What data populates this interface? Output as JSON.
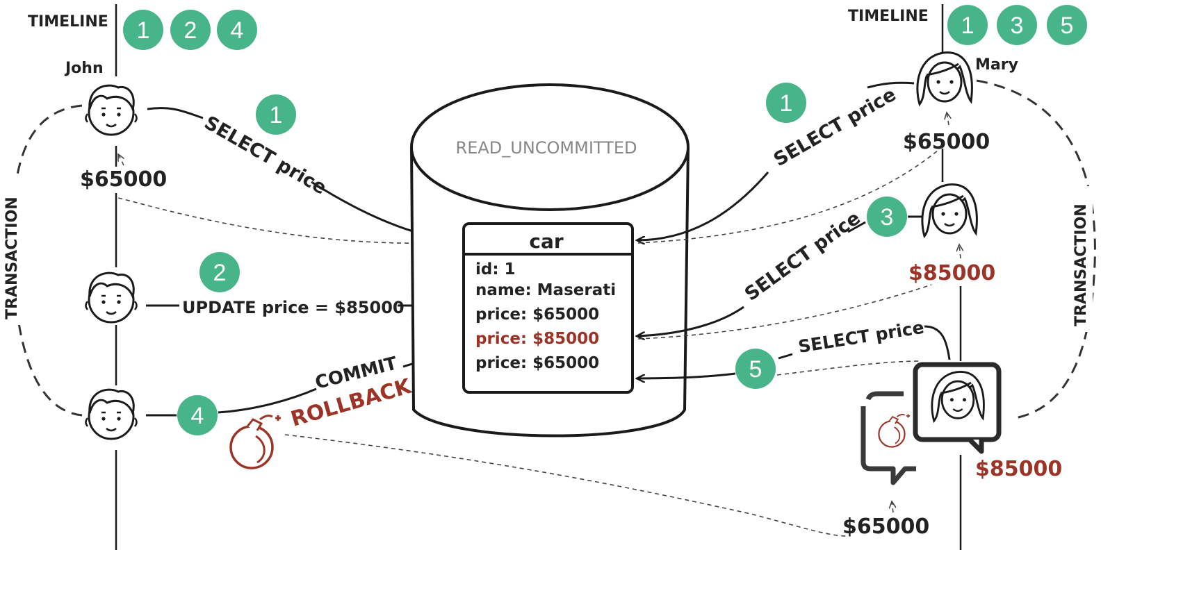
{
  "isolation_level": "READ_UNCOMMITTED",
  "colors": {
    "badge": "#47b48a",
    "dirty_value": "#9b3426",
    "ink": "#1a1a1a"
  },
  "john": {
    "name": "John",
    "timeline_label": "TIMELINE",
    "timeline_steps": [
      "1",
      "2",
      "4"
    ],
    "transaction_label": "TRANSACTION",
    "read_value": "$65000",
    "steps": [
      {
        "badge": "1",
        "label": "SELECT price"
      },
      {
        "badge": "2",
        "label": "UPDATE price = $85000"
      },
      {
        "badge": "4",
        "label": "COMMIT",
        "rollback_label": "ROLLBACK"
      }
    ]
  },
  "mary": {
    "name": "Mary",
    "timeline_label": "TIMELINE",
    "timeline_steps": [
      "1",
      "3",
      "5"
    ],
    "transaction_label": "TRANSACTION",
    "read_value_1": "$65000",
    "read_value_3": "$85000",
    "result_value": "$85000",
    "actual_value": "$65000",
    "steps": [
      {
        "badge": "1",
        "label": "SELECT price"
      },
      {
        "badge": "3",
        "label": "SELECT price"
      },
      {
        "badge": "5",
        "label": "SELECT price"
      }
    ]
  },
  "table": {
    "name": "car",
    "rows": [
      "id: 1",
      "name: Maserati",
      "price: $65000",
      "price: $85000",
      "price: $65000"
    ]
  }
}
